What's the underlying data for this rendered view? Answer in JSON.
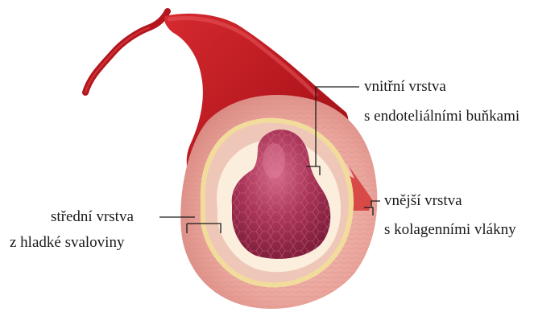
{
  "labels": {
    "inner_layer": {
      "line1": "vnitřní vrstva",
      "line2": "s endoteliálními buňkami"
    },
    "outer_layer": {
      "line1": "vnější vrstva",
      "line2": "s kolagenními vlákny"
    },
    "middle_layer": {
      "line1": "střední vrstva",
      "line2": "z hladké svaloviny"
    }
  },
  "colors": {
    "vessel_dark": "#a3121a",
    "vessel_mid": "#c8212b",
    "vessel_highlight": "#e4464c",
    "outer_wall": "#e9a39b",
    "outer_wall_light": "#f3c6bf",
    "middle_band": "#f2dc9c",
    "inner_lining": "#fbeedd",
    "lumen": "#8c1f3a",
    "lumen_light": "#c9577a",
    "leader_line": "#1a1a1a"
  }
}
